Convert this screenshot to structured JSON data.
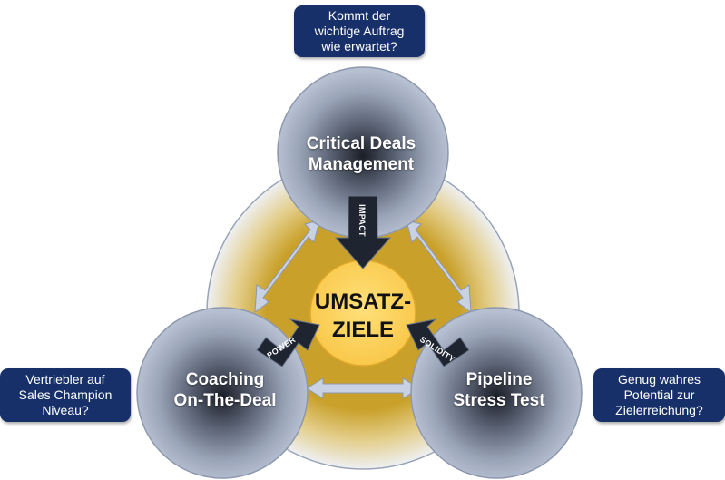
{
  "callouts": {
    "top": [
      "Kommt der",
      "wichtige Auftrag",
      "wie erwartet?"
    ],
    "left": [
      "Vertriebler auf",
      "Sales Champion",
      "Niveau?"
    ],
    "right": [
      "Genug wahres",
      "Potential zur",
      "Zielerreichung?"
    ]
  },
  "circles": {
    "top": [
      "Critical Deals",
      "Management"
    ],
    "left": [
      "Coaching",
      "On-The-Deal"
    ],
    "right": [
      "Pipeline",
      "Stress Test"
    ]
  },
  "center": [
    "UMSATZ-",
    "ZIELE"
  ],
  "arrows": {
    "top": "IMPACT",
    "left": "POWER",
    "right": "SOLIDITY"
  },
  "colors": {
    "callout_bg": "#17306a",
    "ring_gold": "#c9a12a",
    "center_fill": "#fdd35a",
    "circle_steel": "#aab4c7",
    "arrow_dark": "#1e2430"
  }
}
